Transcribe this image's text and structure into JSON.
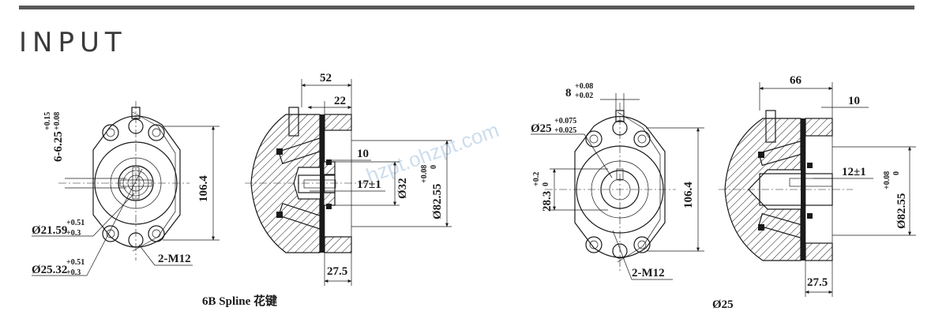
{
  "section": {
    "title": "INPUT"
  },
  "watermark": "hzpt.ohzpt.com",
  "left_drawing": {
    "front": {
      "dim_radial": "6-6.25",
      "dim_radial_tol_upper": "+0.15",
      "dim_radial_tol_lower": "+0.08",
      "dim_major": "Ø21.59",
      "dim_major_tol_upper": "+0.51",
      "dim_major_tol_lower": "+0.3",
      "dim_minor": "Ø25.32",
      "dim_minor_tol_upper": "+0.51",
      "dim_minor_tol_lower": "+0.3",
      "dim_height": "106.4",
      "threads": "2-M12"
    },
    "section": {
      "dim_total": "52",
      "dim_flange": "22",
      "dim_shoulder": "10",
      "dim_spline_len": "17±1",
      "dim_bore": "Ø32",
      "dim_pilot": "Ø82.55",
      "dim_pilot_tol_upper": "+0.08",
      "dim_pilot_tol_lower": "0",
      "dim_depth": "27.5"
    },
    "caption": "6B Spline 花键"
  },
  "right_drawing": {
    "front": {
      "dim_key": "8",
      "dim_key_tol_upper": "+0.08",
      "dim_key_tol_lower": "+0.02",
      "dim_shaft": "Ø25",
      "dim_shaft_tol_upper": "+0.075",
      "dim_shaft_tol_lower": "+0.025",
      "dim_keyway": "28.3",
      "dim_keyway_tol_upper": "+0.2",
      "dim_keyway_tol_lower": "0",
      "dim_height": "106.4",
      "threads": "2-M12"
    },
    "section": {
      "dim_total": "66",
      "dim_shoulder": "10",
      "dim_key_len": "12±1",
      "dim_pilot": "Ø82.55",
      "dim_pilot_tol_upper": "+0.08",
      "dim_pilot_tol_lower": "0",
      "dim_depth": "27.5"
    },
    "caption": "Ø25"
  }
}
